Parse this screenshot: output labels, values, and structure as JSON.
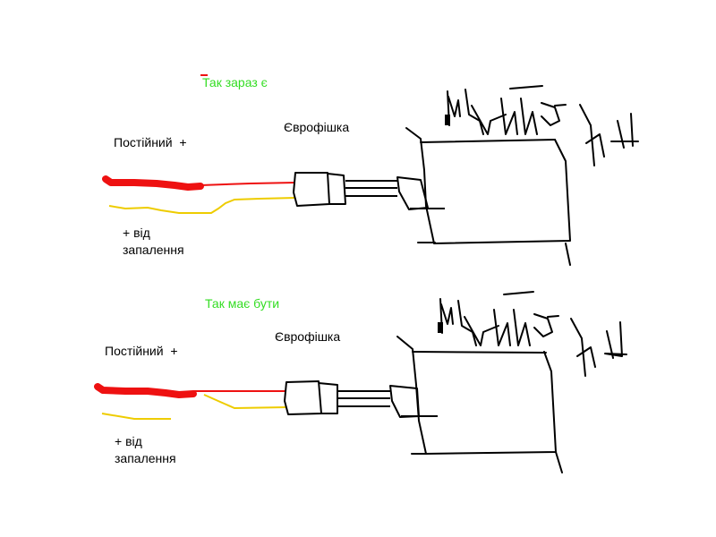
{
  "colors": {
    "background": "#ffffff",
    "title": "#33dd22",
    "permanent_wire": "#ee1111",
    "ignition_wire": "#eecc00",
    "ink": "#000000"
  },
  "panels": [
    {
      "title": "Так зараз є",
      "permanent_label": "Постійний  +",
      "connector_label": "Єврофішка",
      "ignition_label": "+ від\nзапалення"
    },
    {
      "title": "Так має бути",
      "permanent_label": "Постійний  +",
      "connector_label": "Єврофішка",
      "ignition_label": "+ від\nзапалення"
    }
  ],
  "icons": [
    "connector-plug-icon",
    "head-unit-drawing",
    "scribble-icon"
  ]
}
